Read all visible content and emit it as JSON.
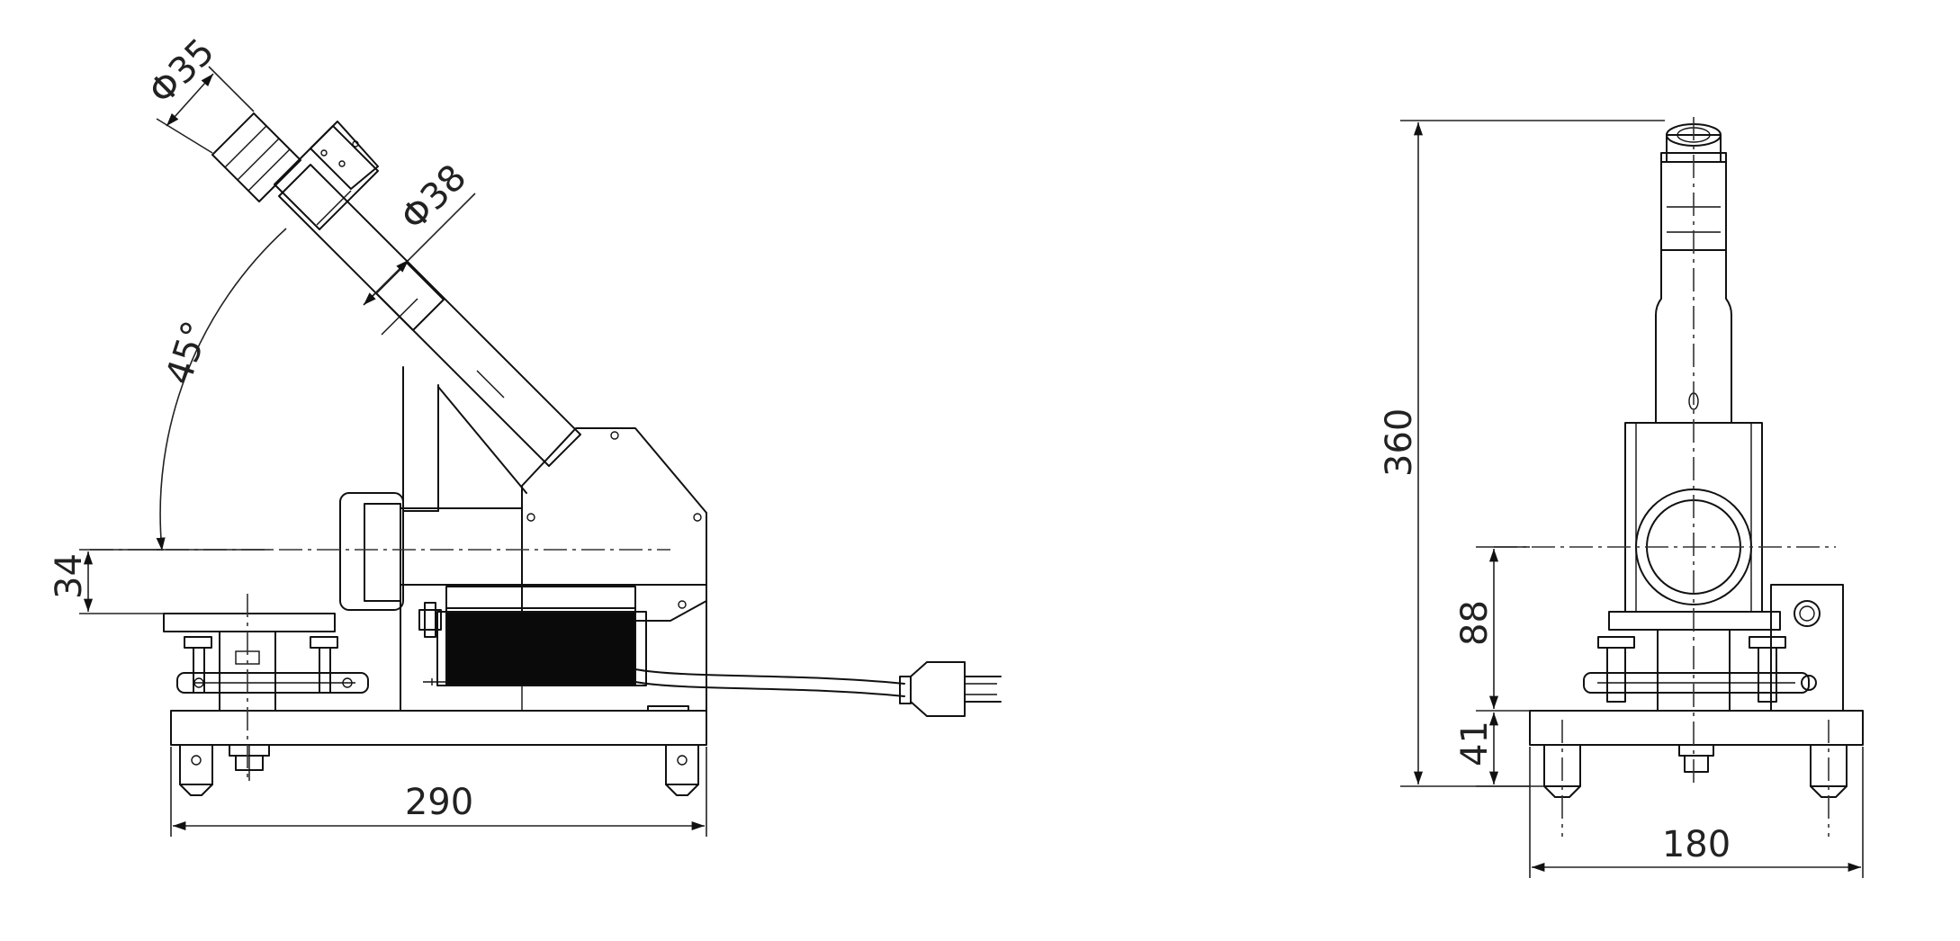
{
  "side_view": {
    "dim_eyepiece_diameter": "Φ35",
    "dim_tube_diameter": "Φ38",
    "dim_tilt_angle": "45°",
    "dim_stage_height": "34",
    "dim_base_length": "290"
  },
  "front_view": {
    "dim_total_height": "360",
    "dim_axis_height": "88",
    "dim_base_height": "41",
    "dim_base_width": "180"
  },
  "colors": {
    "line": "#111111",
    "background": "#ffffff"
  }
}
